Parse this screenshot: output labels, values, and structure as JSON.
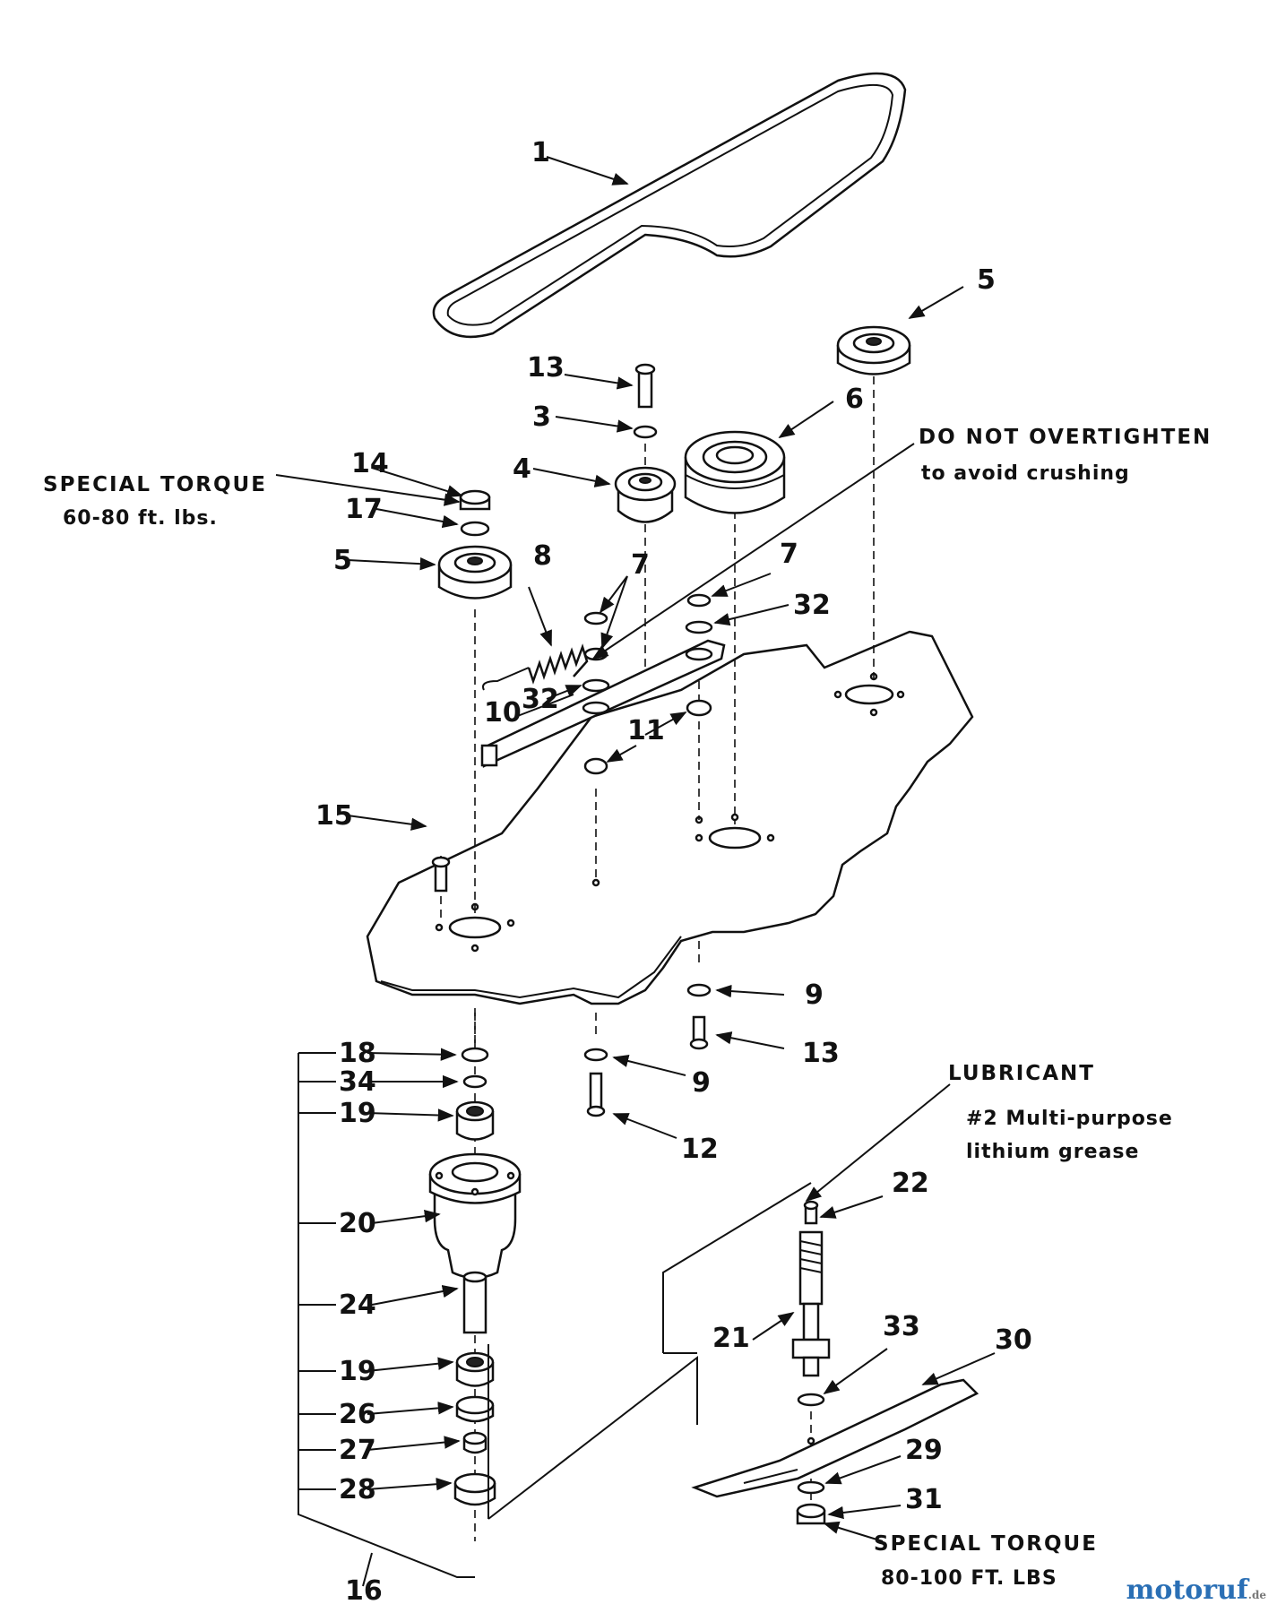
{
  "notes": {
    "special_torque_1_title": "SPECIAL TORQUE",
    "special_torque_1_value": "60-80 ft. lbs.",
    "overtighten_title": "DO NOT OVERTIGHTEN",
    "overtighten_sub": "to avoid crushing",
    "lubricant_title": "LUBRICANT",
    "lubricant_line1": "#2 Multi-purpose",
    "lubricant_line2": "lithium grease",
    "special_torque_2_title": "SPECIAL TORQUE",
    "special_torque_2_value": "80-100 FT. LBS"
  },
  "callouts": {
    "belt": "1",
    "washer_top": "3",
    "idler_pulley_center": "4",
    "idler_pulley_right": "5",
    "idler_pulley_left": "5",
    "drive_pulley": "6",
    "nut_left": "7",
    "nut_right": "7",
    "spring": "8",
    "washer_lower_right": "9",
    "washer_lower_mid": "9",
    "idler_arm": "10",
    "bushing": "11",
    "bolt_lower_mid": "12",
    "bolt_top": "13",
    "bolt_lower_right": "13",
    "nut_left_pulley": "14",
    "bolt_left": "15",
    "spindle_assembly": "16",
    "lockwasher_left": "17",
    "washer_spindle": "18",
    "bearing_top": "19",
    "housing": "20",
    "shaft": "21",
    "grease_fitting": "22",
    "spacer": "24",
    "bearing_bottom": "19",
    "seal": "26",
    "spacer_small": "27",
    "cup": "28",
    "blade_washer": "29",
    "blade": "30",
    "blade_nut": "31",
    "washer_mid": "32",
    "washer_arm": "32",
    "shaft_washer": "33",
    "spacer_washer": "34"
  },
  "watermark": {
    "brand_main": "motoruf",
    "brand_suffix": ".de"
  }
}
